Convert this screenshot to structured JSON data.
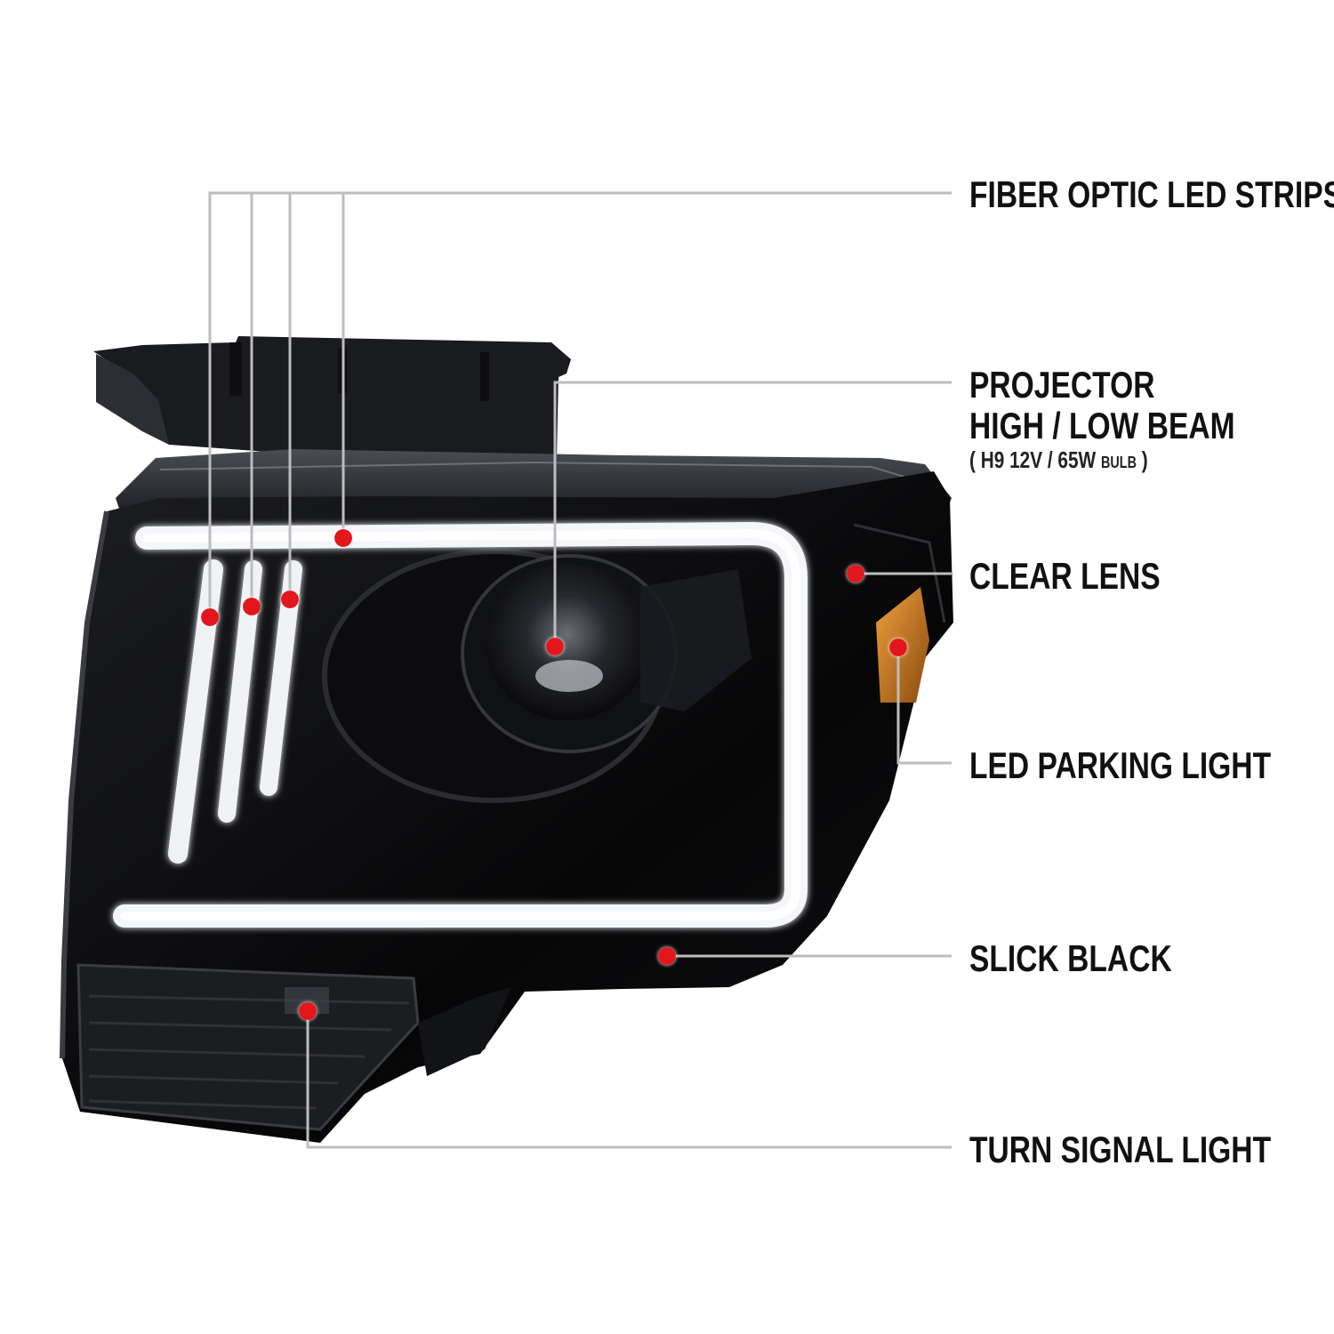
{
  "colors": {
    "background": "#ffffff",
    "callout_line": "#bdbdbd",
    "callout_dot": "#e3141b",
    "housing": "#0b0b0d",
    "led_strip": "#f4f6fa",
    "amber": "#d8841e",
    "label_text": "#111111"
  },
  "callouts": {
    "fiber_optic": {
      "label": "FIBER OPTIC LED STRIPS"
    },
    "projector": {
      "line1": "PROJECTOR",
      "line2": "HIGH / LOW BEAM",
      "spec_open": "( H9  12V / 65W ",
      "spec_bulb": "BULB",
      "spec_close": " )"
    },
    "clear_lens": {
      "label": "CLEAR LENS"
    },
    "led_parking": {
      "label": "LED PARKING LIGHT"
    },
    "slick_black": {
      "label": "SLICK BLACK"
    },
    "turn_signal": {
      "label": "TURN SIGNAL LIGHT"
    }
  },
  "icons": {
    "callout_marker": "red-dot-icon",
    "product": "headlight-assembly-image"
  }
}
